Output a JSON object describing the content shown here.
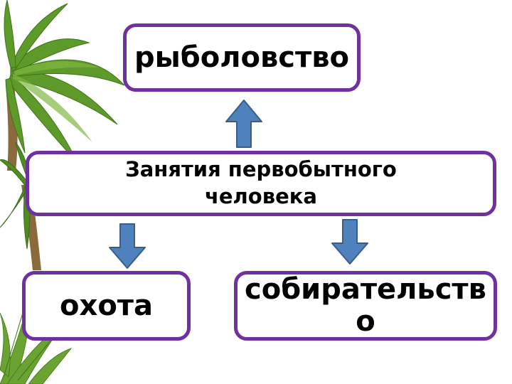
{
  "diagram": {
    "center_label": "Занятия первобытного человека",
    "top_label": "рыболовство",
    "left_label": "охота",
    "right_label": "собирательство"
  },
  "colors": {
    "box_border": "#7030a0",
    "arrow_fill": "#4f81bd",
    "arrow_stroke": "#385d8a",
    "palm_green": "#5e9a2a",
    "trunk": "#8a6a3a"
  },
  "icons": [
    "palm-tree-icon",
    "fern-icon",
    "arrow-up-icon",
    "arrow-down-icon"
  ]
}
